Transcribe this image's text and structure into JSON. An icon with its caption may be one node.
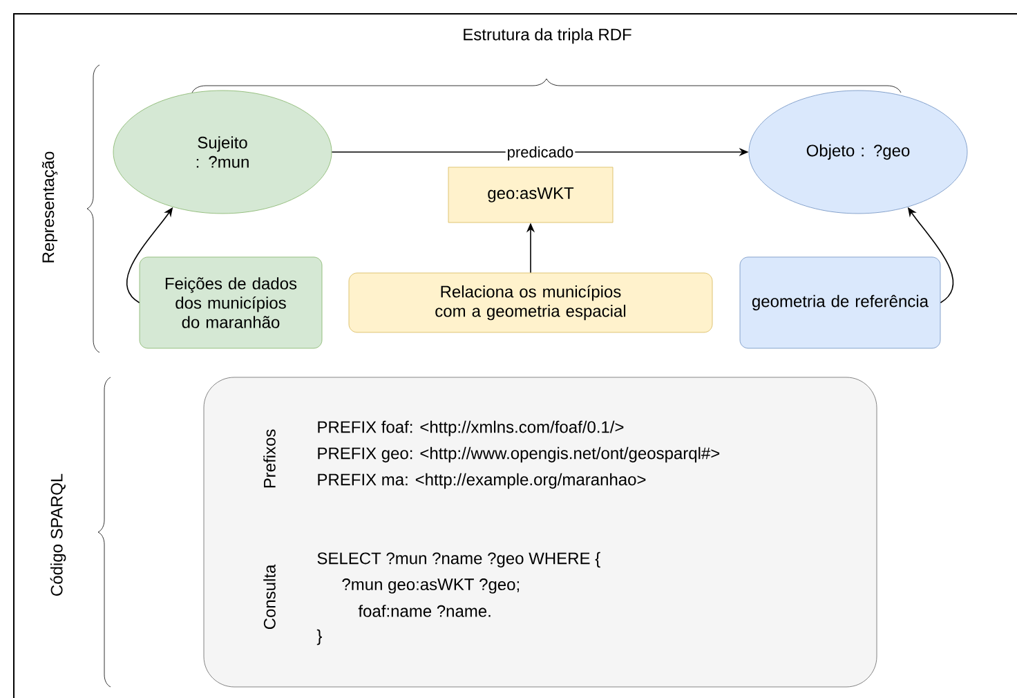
{
  "diagram": {
    "title": "Estrutura da tripla RDF",
    "nodes": [
      {
        "text": [
          "Sujeito : ?mun"
        ]
      },
      {
        "text": [
          "Objeto : ?geo"
        ]
      },
      {
        "text": [
          "geo:asWKT"
        ]
      },
      {
        "text": [
          "Feições de dados dos municípios do maranhão"
        ]
      },
      {
        "text": [
          "Relaciona os municípios com a geometria espacial"
        ]
      },
      {
        "text": [
          "geometria de referência"
        ]
      },
      {
        "text": [
          "Prefixos",
          "PREFIX foaf: <http://xmlns.com/foaf/0.1/>",
          "PREFIX geo: <http://www.opengis.net/ont/geosparql#>",
          "PREFIX ma: <http://example.org/maranhao>",
          "Consulta",
          "SELECT ?mun ?name ?geo WHERE {",
          "?mun geo:asWKT ?geo;",
          "foaf:name ?name.",
          "}"
        ]
      }
    ],
    "edges": [
      {
        "from": 0,
        "to": 1,
        "arrow": "to",
        "label": "predicado"
      },
      {
        "from": 4,
        "to": 2,
        "arrow": "to"
      },
      {
        "from": 3,
        "to": 0,
        "arrow": "to"
      },
      {
        "from": 5,
        "to": 1,
        "arrow": "to"
      }
    ],
    "labels": [
      "Representação",
      "Código SPARQL"
    ]
  }
}
